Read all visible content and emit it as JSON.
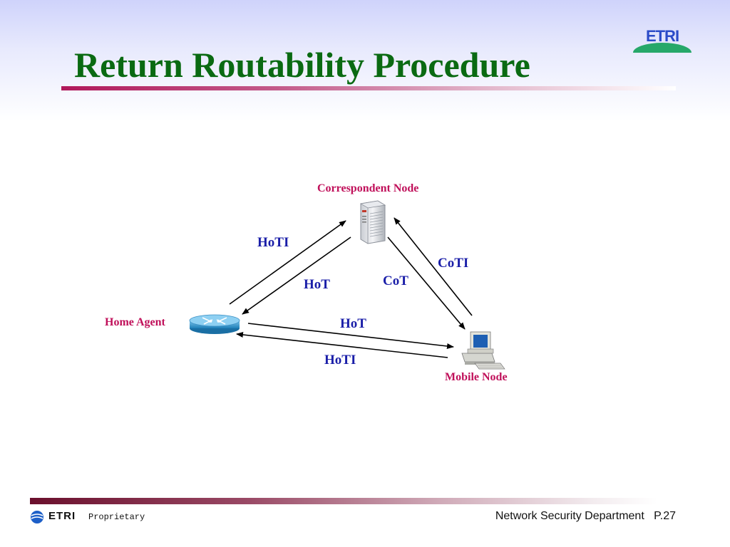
{
  "slide": {
    "title": "Return Routability Procedure"
  },
  "logo": {
    "text": "ETRI"
  },
  "nodes": {
    "correspondent": {
      "label": "Correspondent Node",
      "icon": "server-icon"
    },
    "home_agent": {
      "label": "Home Agent",
      "icon": "router-icon"
    },
    "mobile": {
      "label": "Mobile Node",
      "icon": "desktop-computer-icon"
    }
  },
  "messages": {
    "ha_to_cn": "HoTI",
    "cn_to_ha": "HoT",
    "mn_to_cn": "CoTI",
    "cn_to_mn": "CoT",
    "ha_to_mn": "HoT",
    "mn_to_ha": "HoTI"
  },
  "footer": {
    "brand": "ETRI",
    "proprietary": "Proprietary",
    "department": "Network Security Department",
    "page": "P.27"
  },
  "colors": {
    "title": "#0a6a12",
    "node_label": "#c0105a",
    "message_label": "#1a1ea8",
    "accent_bar": "#b0185a"
  }
}
